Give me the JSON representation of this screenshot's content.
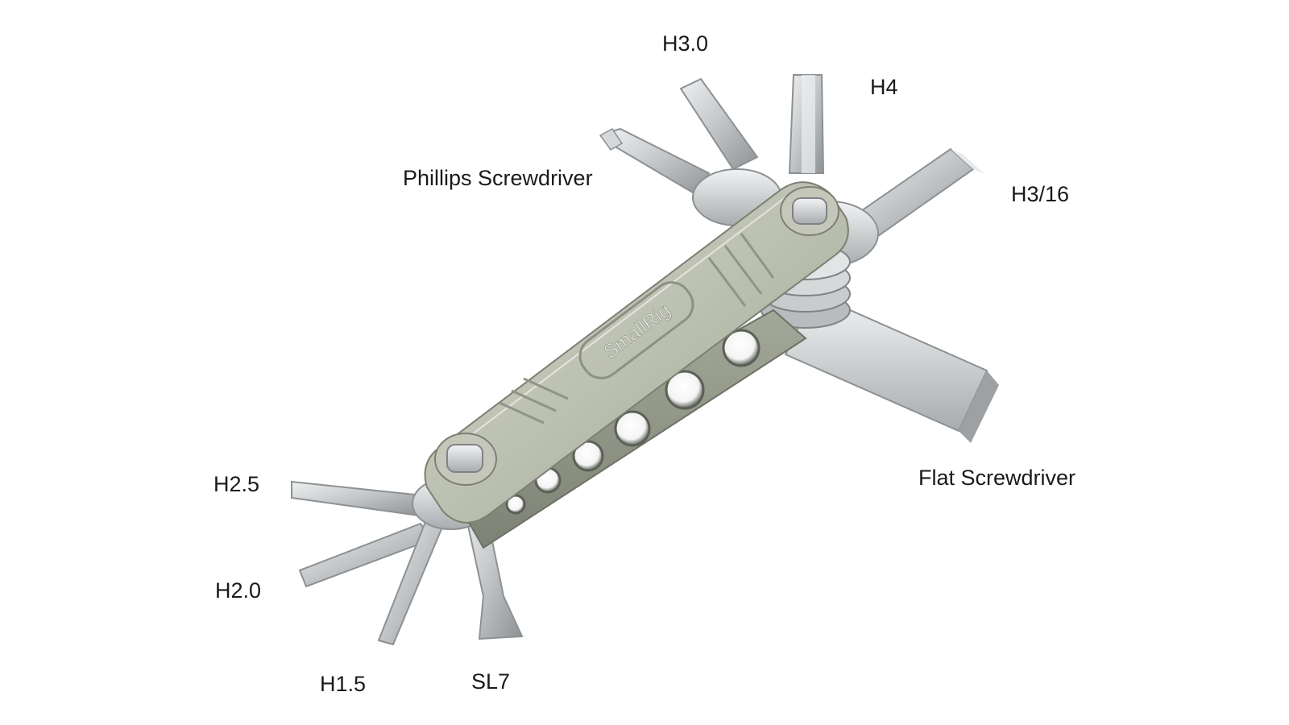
{
  "brand": "SmallRig",
  "labels": {
    "h30": "H3.0",
    "h4": "H4",
    "phillips": "Phillips Screwdriver",
    "h316": "H3/16",
    "flat": "Flat Screwdriver",
    "h25": "H2.5",
    "h20": "H2.0",
    "h15": "H1.5",
    "sl7": "SL7"
  },
  "colors": {
    "background": "#ffffff",
    "label_text": "#1a1a1a",
    "body_green_gray": "#b9bdae",
    "steel": "#c9ccce"
  }
}
